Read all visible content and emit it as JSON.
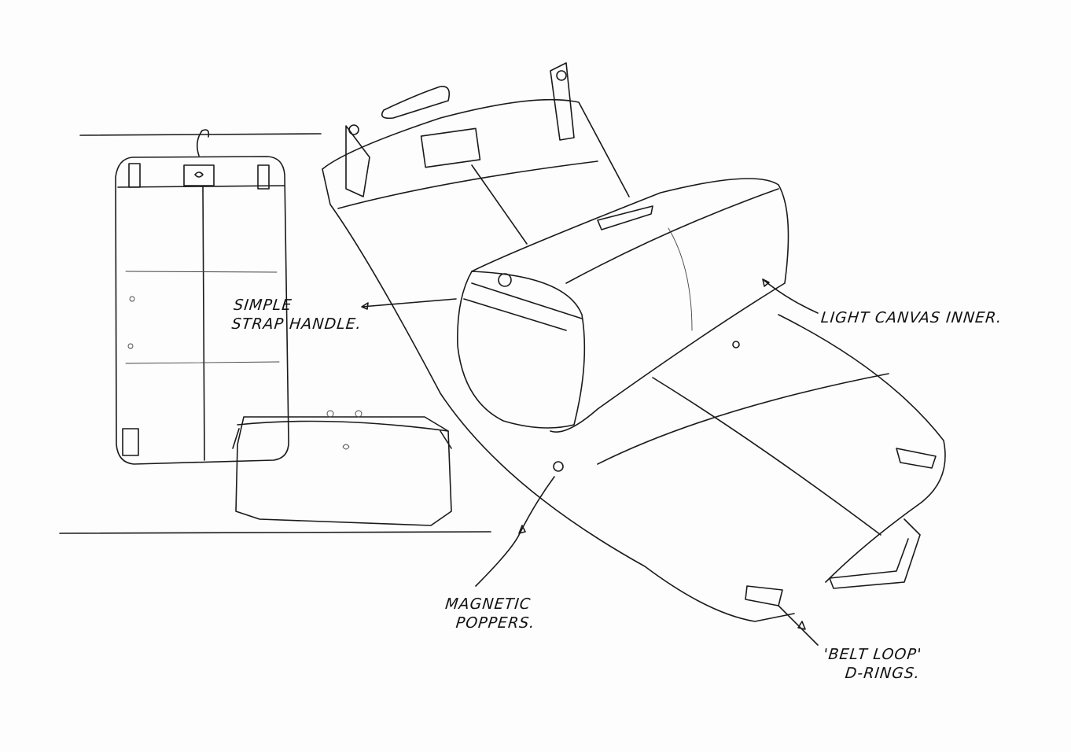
{
  "annotations": {
    "strap_handle": [
      "SIMPLE",
      "STRAP HANDLE."
    ],
    "canvas_inner": "LIGHT CANVAS INNER.",
    "magnetic_poppers": [
      "MAGNETIC",
      "POPPERS."
    ],
    "d_rings": [
      "'BELT LOOP'",
      "D-RINGS."
    ]
  }
}
